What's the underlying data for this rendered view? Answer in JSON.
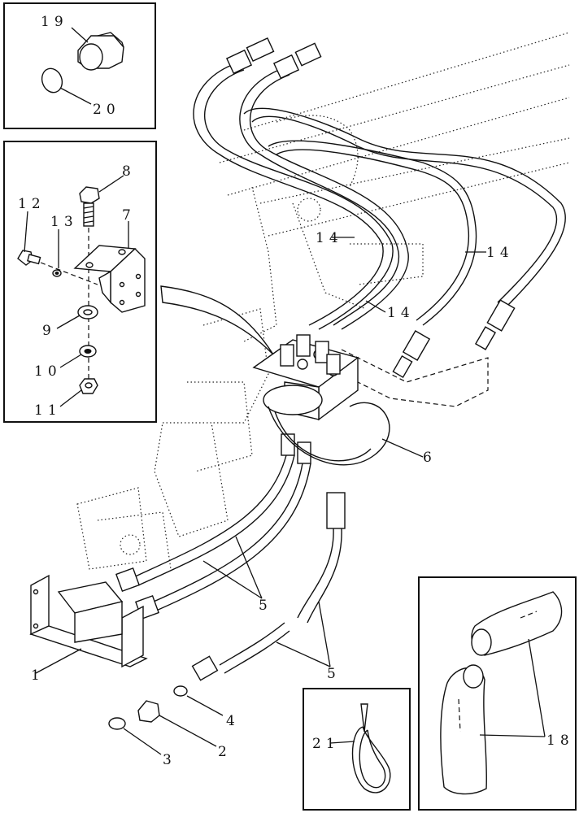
{
  "callouts": {
    "c1": "1",
    "c2": "2",
    "c3": "3",
    "c4": "4",
    "c5a": "5",
    "c5b": "5",
    "c6": "6",
    "c7": "7",
    "c8": "8",
    "c9": "9",
    "c10": "10",
    "c11": "11",
    "c12": "12",
    "c13": "13",
    "c14a": "14",
    "c14b": "14",
    "c14c": "14",
    "c18": "18",
    "c19": "19",
    "c20": "20",
    "c21": "21"
  }
}
